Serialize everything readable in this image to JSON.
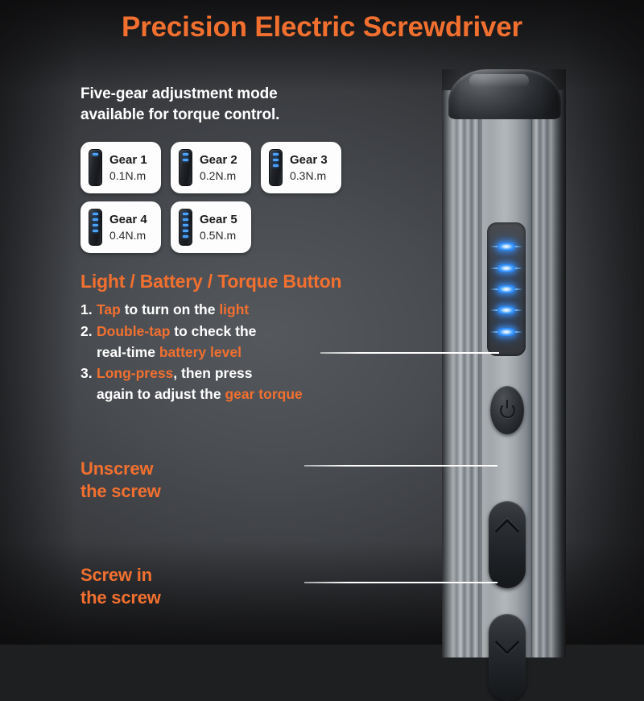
{
  "title": "Precision Electric Screwdriver",
  "subtitle_line1": "Five-gear adjustment mode",
  "subtitle_line2": "available for torque control.",
  "gears": [
    {
      "name": "Gear 1",
      "torque": "0.1N.m",
      "leds": 1
    },
    {
      "name": "Gear 2",
      "torque": "0.2N.m",
      "leds": 2
    },
    {
      "name": "Gear 3",
      "torque": "0.3N.m",
      "leds": 3
    },
    {
      "name": "Gear 4",
      "torque": "0.4N.m",
      "leds": 4
    },
    {
      "name": "Gear 5",
      "torque": "0.5N.m",
      "leds": 5
    }
  ],
  "section_heading": "Light / Battery / Torque Button",
  "steps": [
    {
      "num": "1.",
      "line1": [
        {
          "t": "Tap",
          "hl": true
        },
        {
          "t": " to turn on the ",
          "hl": false
        },
        {
          "t": "light",
          "hl": true
        }
      ]
    },
    {
      "num": "2.",
      "line1": [
        {
          "t": "Double-tap",
          "hl": true
        },
        {
          "t": " to check the",
          "hl": false
        }
      ],
      "line2": [
        {
          "t": "real-time ",
          "hl": false
        },
        {
          "t": "battery level",
          "hl": true
        }
      ]
    },
    {
      "num": "3.",
      "line1": [
        {
          "t": "Long-press",
          "hl": true
        },
        {
          "t": ", then press",
          "hl": false
        }
      ],
      "line2": [
        {
          "t": "again to adjust the ",
          "hl": false
        },
        {
          "t": "gear torque",
          "hl": true
        }
      ]
    }
  ],
  "callouts": [
    {
      "line1": "Unscrew",
      "line2": "the screw"
    },
    {
      "line1": "Screw in",
      "line2": "the screw"
    }
  ],
  "product": {
    "led_count": 5,
    "power_button_icon": "power-icon",
    "up_button_icon": "chevron-up-icon",
    "down_button_icon": "chevron-down-icon"
  },
  "colors": {
    "accent_orange": "#f2702f",
    "text_white": "#ffffff",
    "card_bg": "#fdfdfd",
    "led_blue": "#3e9bff"
  }
}
